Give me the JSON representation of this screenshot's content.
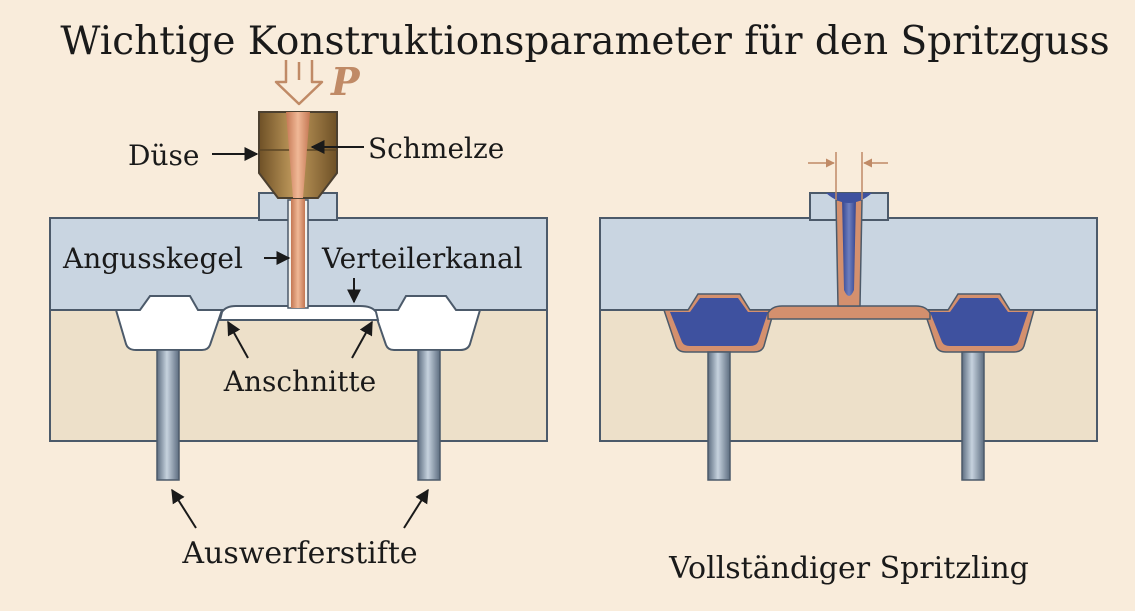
{
  "title": "Wichtige Konstruktionsparameter für den Spritzguss",
  "pressure_label": "P",
  "left": {
    "nozzle_label": "Düse",
    "melt_label": "Schmelze",
    "sprue_label": "Angusskegel",
    "runner_label": "Verteilerkanal",
    "gates_label": "Anschnitte",
    "ejector_label": "Auswerferstifte"
  },
  "right": {
    "caption": "Vollständiger Spritzling"
  },
  "colors": {
    "background": "#f9ecdb",
    "mold_upper": "#c9d5e1",
    "mold_lower": "#ede0c9",
    "outline": "#4c5a6a",
    "melt": "#d4906e",
    "part_blue": "#3e519f",
    "nozzle_bronze": "#9a7440",
    "arrow_copper": "#c08a66"
  }
}
